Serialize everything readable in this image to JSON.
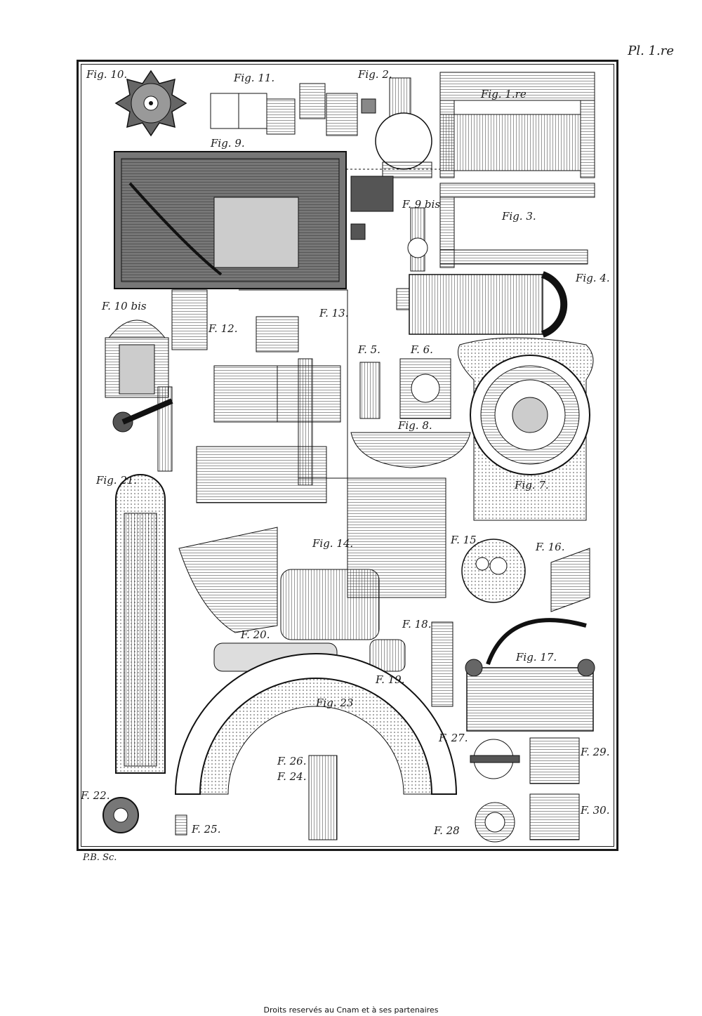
{
  "plate": {
    "number": "Pl. 1.re",
    "engraver": "P.B. Sc.",
    "credit": "Droits reservés au Cnam et à ses partenaires"
  },
  "figure_labels": [
    "Fig. 10.",
    "Fig. 11.",
    "Fig. 2.",
    "Fig. 1.re",
    "Fig. 9.",
    "F. 9 bis",
    "Fig. 3.",
    "Fig. 4.",
    "F. 10 bis",
    "F. 12.",
    "F. 13.",
    "F. 5.",
    "F. 6.",
    "Fig. 8.",
    "Fig. 7.",
    "Fig. 21.",
    "Fig. 14.",
    "F. 15.",
    "F. 16.",
    "F. 20.",
    "F. 18.",
    "F. 19.",
    "Fig. 17.",
    "Fig. 23",
    "F. 26.",
    "F. 24.",
    "F. 27.",
    "F. 29.",
    "F. 22.",
    "F. 25.",
    "F. 28",
    "F. 30."
  ]
}
